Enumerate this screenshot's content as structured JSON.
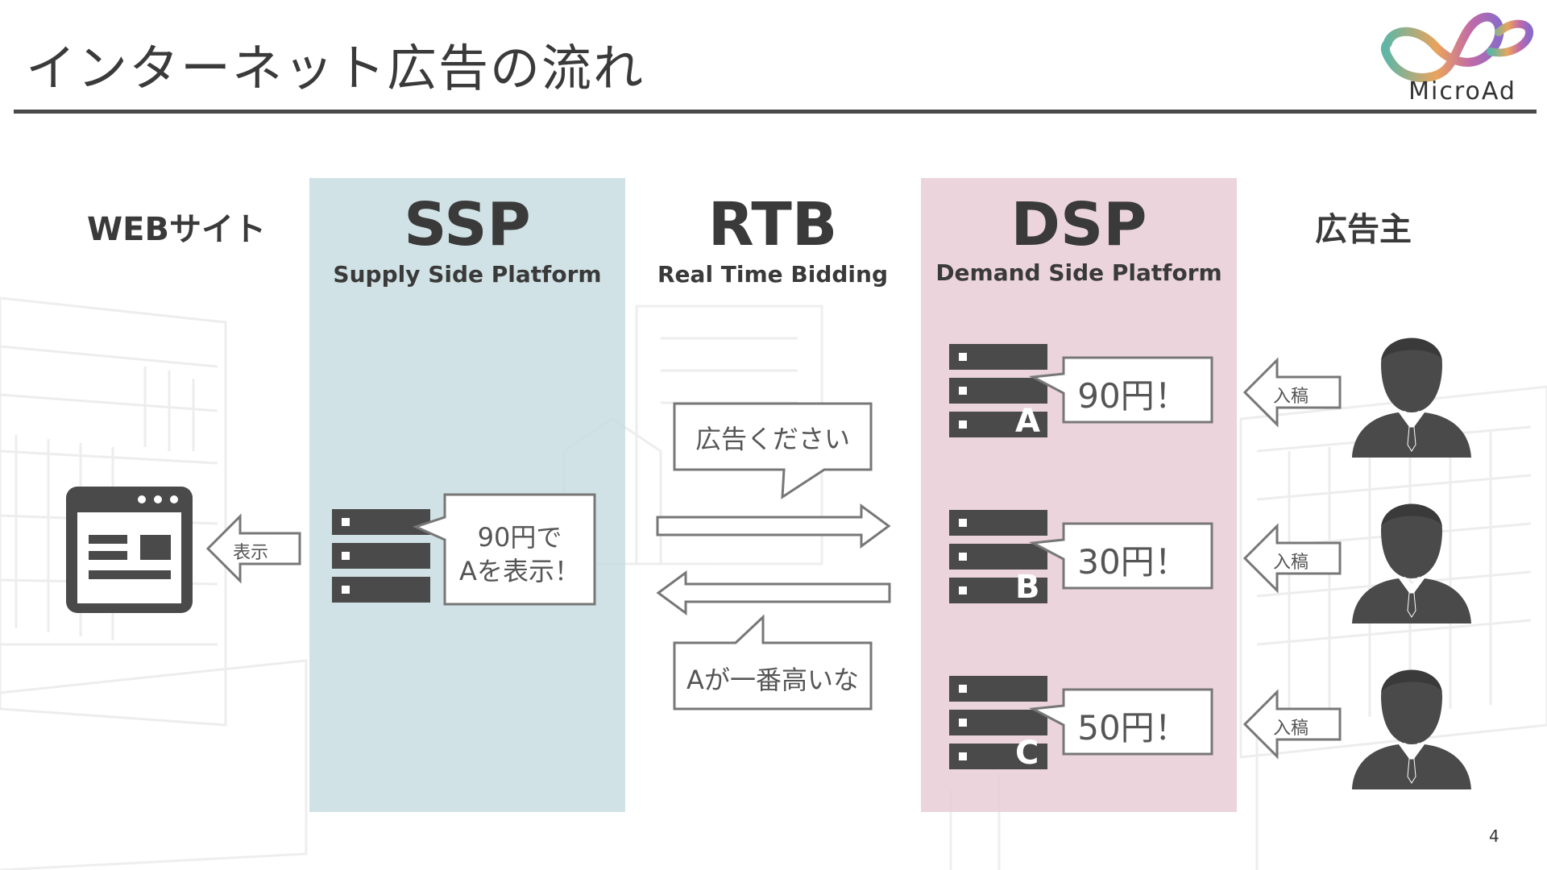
{
  "title": "インターネット広告の流れ",
  "logo": {
    "brand": "MicroAd"
  },
  "columns": {
    "web": {
      "title": "WEBサイト"
    },
    "ssp": {
      "title": "SSP",
      "subtitle": "Supply Side Platform"
    },
    "rtb": {
      "title": "RTB",
      "subtitle": "Real Time Bidding"
    },
    "dsp": {
      "title": "DSP",
      "subtitle": "Demand Side Platform"
    },
    "advertiser": {
      "title": "広告主"
    }
  },
  "web": {
    "display_label": "表示"
  },
  "ssp": {
    "bubble_line1": "90円で",
    "bubble_line2": "Aを表示！"
  },
  "rtb": {
    "request_bubble": "広告ください",
    "decision_bubble": "Aが一番高いな"
  },
  "dsp": {
    "bidders": [
      {
        "letter": "A",
        "bid": "90円！",
        "submit_label": "入稿"
      },
      {
        "letter": "B",
        "bid": "30円！",
        "submit_label": "入稿"
      },
      {
        "letter": "C",
        "bid": "50円！",
        "submit_label": "入稿"
      }
    ]
  },
  "page_number": "4",
  "colors": {
    "ssp_panel": "#c4dbde",
    "dsp_panel": "#e9cdd7",
    "dark": "#4a4a4a",
    "accent": "#3a3a3a"
  }
}
